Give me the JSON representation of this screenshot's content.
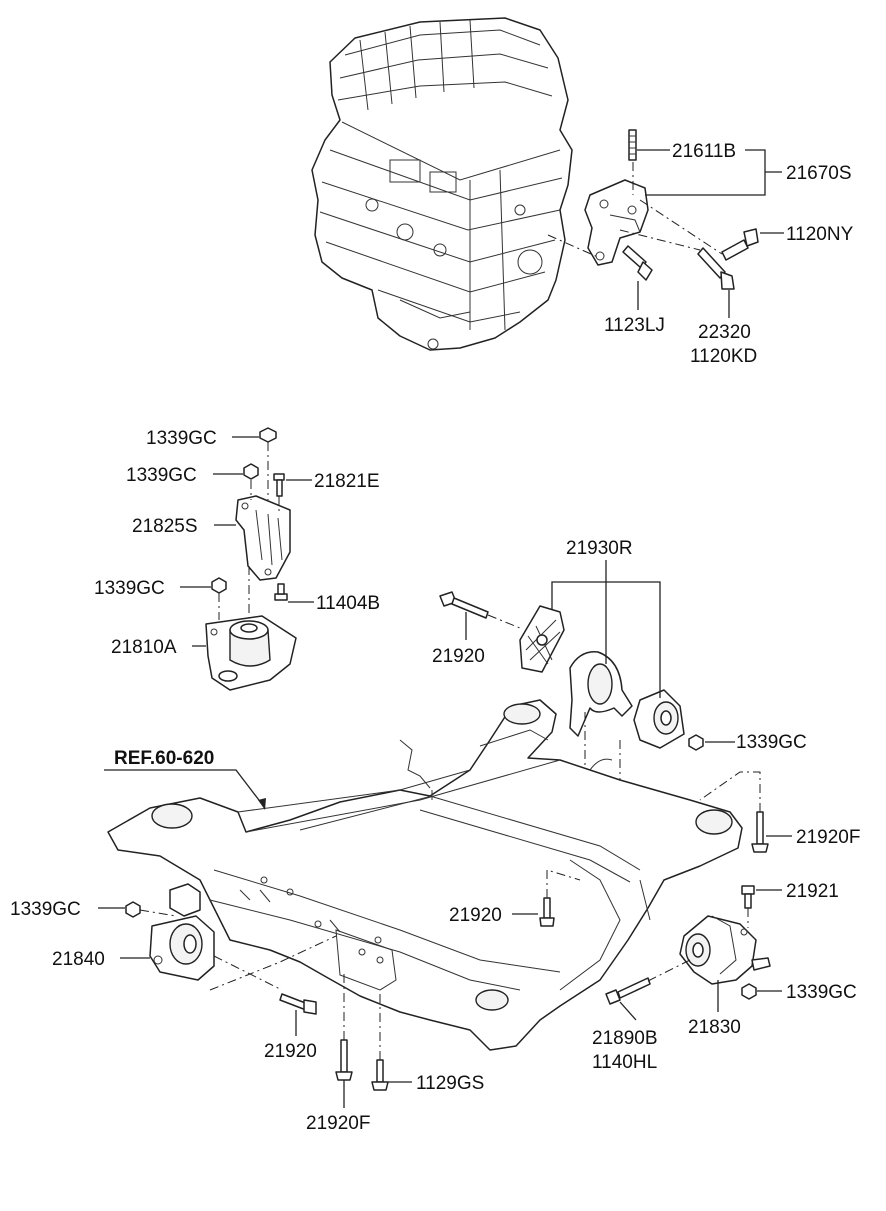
{
  "diagram": {
    "reference": "REF.60-620",
    "labels": {
      "p21611B": "21611B",
      "p21670S": "21670S",
      "p1120NY": "1120NY",
      "p1123LJ": "1123LJ",
      "p22320": "22320",
      "p1120KD": "1120KD",
      "p1339GC_a": "1339GC",
      "p1339GC_b": "1339GC",
      "p21821E": "21821E",
      "p21825S": "21825S",
      "p1339GC_c": "1339GC",
      "p11404B": "11404B",
      "p21810A": "21810A",
      "p21930R": "21930R",
      "p21920_a": "21920",
      "p1339GC_d": "1339GC",
      "p21920F_a": "21920F",
      "p1339GC_e": "1339GC",
      "p21840": "21840",
      "p21920_b": "21920",
      "p21921": "21921",
      "p1339GC_f": "1339GC",
      "p21890B": "21890B",
      "p1140HL": "1140HL",
      "p21830": "21830",
      "p21920_c": "21920",
      "p21920F_b": "21920F",
      "p1129GS": "1129GS"
    }
  }
}
